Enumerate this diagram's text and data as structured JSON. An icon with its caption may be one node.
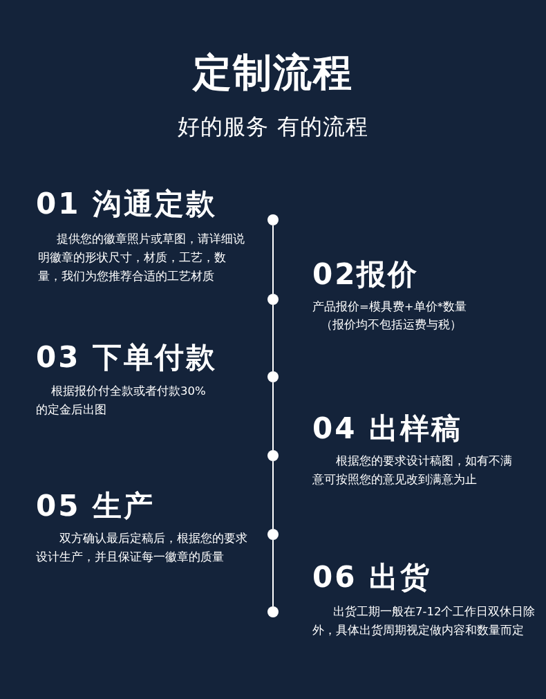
{
  "diagram": {
    "title": "定制流程",
    "nodes": [
      {
        "text": [],
        "shape": "circle"
      },
      {
        "text": [],
        "shape": "circle"
      },
      {
        "text": [],
        "shape": "circle"
      },
      {
        "text": [],
        "shape": "circle"
      },
      {
        "text": [],
        "shape": "circle"
      },
      {
        "text": [],
        "shape": "circle"
      }
    ],
    "edges": [
      {
        "from": 0,
        "to": 1,
        "arrow": "none"
      },
      {
        "from": 1,
        "to": 2,
        "arrow": "none"
      },
      {
        "from": 2,
        "to": 3,
        "arrow": "none"
      },
      {
        "from": 3,
        "to": 4,
        "arrow": "none"
      },
      {
        "from": 4,
        "to": 5,
        "arrow": "none"
      }
    ],
    "labels": [
      "好的服务 有的流程",
      "01 沟通定款",
      "提供您的徽章照片或草图，请详细说明徽章的形状尺寸，材质，工艺，数量，我们为您推荐合适的工艺材质",
      "02报价",
      "产品报价=模具费+单价*数量",
      "（报价均不包括运费与税）",
      "03 下单付款",
      "根据报价付全款或者付款30%的定金后出图",
      "04 出样稿",
      "根据您的要求设计稿图，如有不满意可按照您的意见改到满意为止",
      "05 生产",
      "双方确认最后定稿后，根据您的要求设计生产，并且保证每一徽章的质量",
      "06 出货",
      "出货工期一般在7-12个工作日双休日除外，具体出货周期视定做内容和数量而定"
    ]
  }
}
